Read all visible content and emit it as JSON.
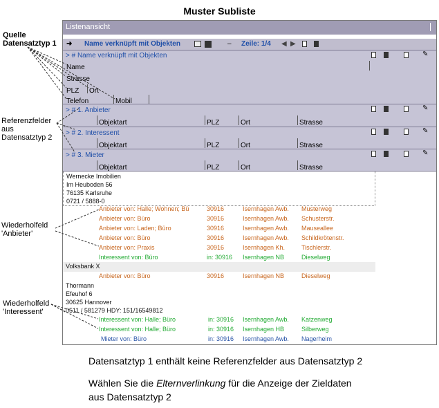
{
  "page_title": "Muster Subliste",
  "annotations": {
    "quelle": [
      "Quelle",
      "Datensatztyp 1"
    ],
    "referenz": [
      "Referenzfelder",
      "aus",
      "Datensatztyp 2"
    ],
    "anbieter": [
      "Wiederholfeld",
      "'Anbieter'"
    ],
    "interessent": [
      "Wiederholfeld",
      "'Interessent'"
    ]
  },
  "window": {
    "title": "Listenansicht",
    "toolbar": {
      "name": "Name verknüpft mit Objekten",
      "row_label": "Zeile: 1/4",
      "minus": "–"
    },
    "main_section": {
      "header": "> # Name verknüpft mit Objekten",
      "fields": {
        "name": "Name",
        "strasse": "Strasse",
        "plz": "PLZ",
        "ort": "Ort",
        "telefon": "Telefon",
        "mobil": "Mobil"
      }
    },
    "sub_sections": [
      {
        "header": "> # 1. Anbieter",
        "cols": [
          "Objektart",
          "PLZ",
          "Ort",
          "Strasse"
        ]
      },
      {
        "header": "> # 2. Interessent",
        "cols": [
          "Objektart",
          "PLZ",
          "Ort",
          "Strasse"
        ]
      },
      {
        "header": "> # 3. Mieter",
        "cols": [
          "Objektart",
          "PLZ",
          "Ort",
          "Strasse"
        ]
      }
    ],
    "records": [
      {
        "lines": [
          "Wernecke Imobilien",
          "Im Heuboden 56",
          "76135  Karlsruhe",
          "0721 / 5888-0"
        ],
        "rows": [
          {
            "kind": "or",
            "c1": "Anbieter von: Halle; Wohnen; Bü",
            "c2": "30916",
            "c3": "Isernhagen Awb.",
            "c4": "Musterweg"
          },
          {
            "kind": "or",
            "c1": "Anbieter von: Büro",
            "c2": "30916",
            "c3": "Isernhagen Awb.",
            "c4": "Schusterstr."
          },
          {
            "kind": "or",
            "c1": "Anbieter von: Laden; Büro",
            "c2": "30916",
            "c3": "Isernhagen Awb.",
            "c4": "Mauseallee"
          },
          {
            "kind": "or",
            "c1": "Anbieter von: Büro",
            "c2": "30916",
            "c3": "Isernhagen Awb.",
            "c4": "Schildkrötenstr."
          },
          {
            "kind": "or",
            "c1": "Anbieter von: Praxis",
            "c2": "30916",
            "c3": "Isernhagen Kh.",
            "c4": "Tischlerstr."
          },
          {
            "kind": "gr",
            "c1": "Interessent von: Büro",
            "c2": "in: 30916",
            "c3": "Isernhagen NB",
            "c4": "Dieselweg"
          }
        ]
      },
      {
        "lines": [
          "Volksbank X"
        ],
        "rows": [
          {
            "kind": "or",
            "c1": "Anbieter von: Büro",
            "c2": "30916",
            "c3": "Isernhagen NB",
            "c4": "Dieselweg"
          }
        ]
      },
      {
        "lines": [
          "Thormann",
          "Efeuhof 6",
          "30625  Hannover",
          "0511 / 581279   HDY: 151/16549812"
        ],
        "rows": [
          {
            "kind": "gr",
            "c1": "Interessent von: Halle; Büro",
            "c2": "in: 30916",
            "c3": "Isernhagen Awb.",
            "c4": "Katzenweg"
          },
          {
            "kind": "gr",
            "c1": "Interessent von: Halle; Büro",
            "c2": "in: 30916",
            "c3": "Isernhagen HB",
            "c4": "Silberweg"
          },
          {
            "kind": "bl",
            "c1": "Mieter von: Büro",
            "c2": "in: 30916",
            "c3": "Isernhagen Awb.",
            "c4": "Nagerheim"
          }
        ]
      }
    ]
  },
  "footer": {
    "line1": "Datensatztyp 1 enthält keine Referenzfelder aus Datensatztyp 2",
    "line2_pre": "Wählen Sie die ",
    "line2_em": "Elternverlinkung",
    "line2_post": " für die Anzeige der Zieldaten",
    "line3": "aus Datensatztyp 2"
  }
}
